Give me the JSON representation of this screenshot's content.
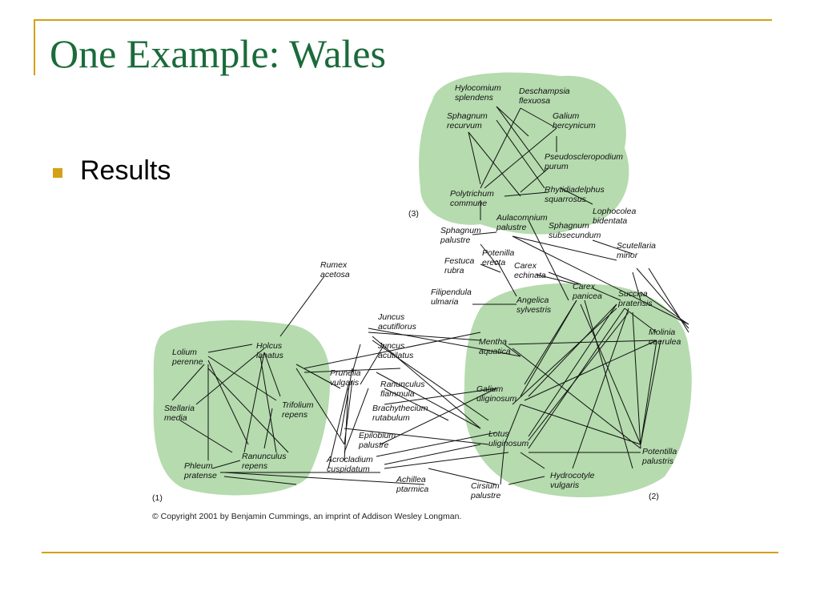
{
  "slide": {
    "title": "One Example: Wales",
    "bullet": "Results",
    "accent_color": "#d4a017",
    "title_color": "#1a6b3a",
    "group_fill": "#a8d5a0"
  },
  "diagram": {
    "groups": [
      "(1)",
      "(2)",
      "(3)"
    ],
    "copyright": "© Copyright 2001 by Benjamin Cummings, an imprint of Addison Wesley Longman.",
    "species": [
      [
        "Hylocomium",
        "splendens"
      ],
      [
        "Deschampsia",
        "flexuosa"
      ],
      [
        "Sphagnum",
        "recurvum"
      ],
      [
        "Galium",
        "hercynicum"
      ],
      [
        "Pseudoscleropodium",
        "purum"
      ],
      [
        "Polytrichum",
        "commune"
      ],
      [
        "Rhytidiadelphus",
        "squarrosus"
      ],
      [
        "Lophocolea",
        "bidentata"
      ],
      [
        "Aulacomnium",
        "palustre"
      ],
      [
        "Sphagnum",
        "palustre"
      ],
      [
        "Sphagnum",
        "subsecundum"
      ],
      [
        "Scutellaria",
        "minor"
      ],
      [
        "Festuca",
        "rubra"
      ],
      [
        "Potenilla",
        "erecta"
      ],
      [
        "Carex",
        "echinata"
      ],
      [
        "Rumex",
        "acetosa"
      ],
      [
        "Filipendula",
        "ulmaria"
      ],
      [
        "Angelica",
        "sylvestris"
      ],
      [
        "Carex",
        "panicea"
      ],
      [
        "Succisa",
        "pratensis"
      ],
      [
        "Juncus",
        "acutiflorus"
      ],
      [
        "Molinia",
        "caerulea"
      ],
      [
        "Juncus",
        "acutilatus"
      ],
      [
        "Mentha",
        "aquatica"
      ],
      [
        "Holcus",
        "lanatus"
      ],
      [
        "Lolium",
        "perenne"
      ],
      [
        "Prunella",
        "vulgaris"
      ],
      [
        "Ranunculus",
        "flammula"
      ],
      [
        "Galium",
        "uliginosum"
      ],
      [
        "Trifolium",
        "repens"
      ],
      [
        "Stellaria",
        "media"
      ],
      [
        "Brachythecium",
        "rutabulum"
      ],
      [
        "Epilobium",
        "palustre"
      ],
      [
        "Lotus",
        "uliginosum"
      ],
      [
        "Ranunculus",
        "repens"
      ],
      [
        "Acrocladium",
        "cuspidatum"
      ],
      [
        "Phleum",
        "pratense"
      ],
      [
        "Potentilla",
        "palustris"
      ],
      [
        "Achillea",
        "ptarmica"
      ],
      [
        "Cirsium",
        "palustre"
      ],
      [
        "Hydrocotyle",
        "vulgaris"
      ]
    ]
  }
}
